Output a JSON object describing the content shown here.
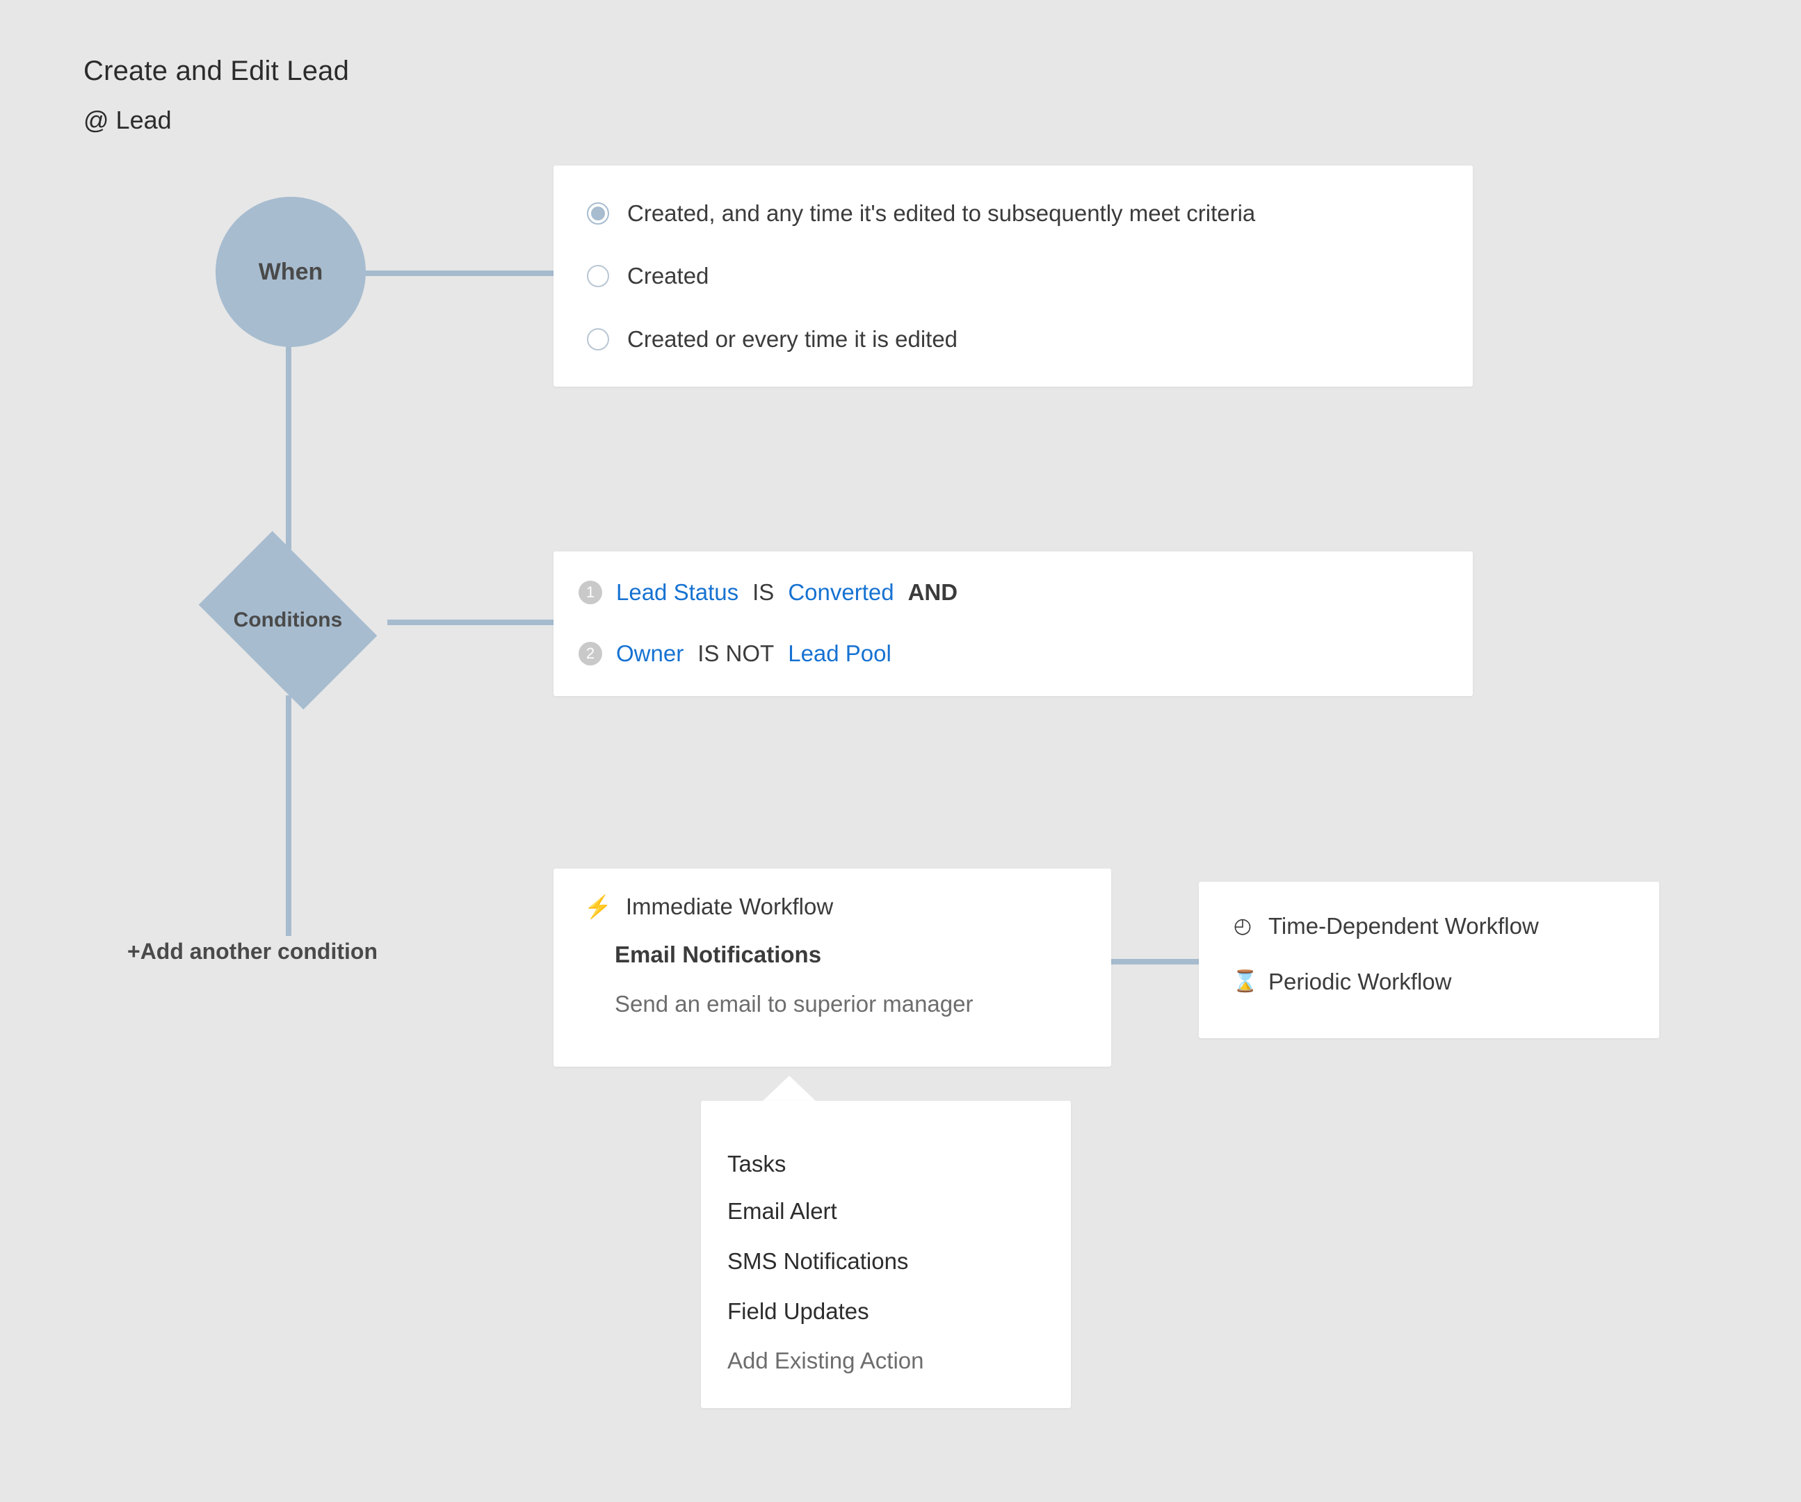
{
  "header": {
    "title": "Create and Edit Lead",
    "subtitle": "@ Lead"
  },
  "nodes": {
    "when_label": "When",
    "conditions_label": "Conditions",
    "add_condition_label": "+Add another condition"
  },
  "when_card": {
    "options": [
      {
        "label": "Created, and any time it's edited to subsequently meet criteria",
        "selected": true
      },
      {
        "label": "Created",
        "selected": false
      },
      {
        "label": "Created or every time it is edited",
        "selected": false
      }
    ]
  },
  "conditions_card": {
    "rows": [
      {
        "number": "1",
        "field": "Lead Status",
        "operator": "IS",
        "value": "Converted",
        "conjunction": "AND"
      },
      {
        "number": "2",
        "field": "Owner",
        "operator": "IS NOT",
        "value": "Lead Pool",
        "conjunction": ""
      }
    ]
  },
  "immediate_card": {
    "icon": "lightning-bolt-icon",
    "icon_glyph": "⚡",
    "heading": "Immediate Workflow",
    "action_title": "Email Notifications",
    "action_description": "Send an email to superior manager"
  },
  "timing_card": {
    "rows": [
      {
        "icon": "clock-icon",
        "icon_glyph": "◴",
        "label": "Time-Dependent Workflow"
      },
      {
        "icon": "hourglass-icon",
        "icon_glyph": "⌛",
        "label": "Periodic Workflow"
      }
    ]
  },
  "action_menu": {
    "items": [
      {
        "label": "Tasks",
        "muted": false
      },
      {
        "label": "Email Alert",
        "muted": false
      },
      {
        "label": "SMS Notifications",
        "muted": false
      },
      {
        "label": "Field Updates",
        "muted": false
      },
      {
        "label": "Add Existing Action",
        "muted": true
      }
    ]
  },
  "colors": {
    "background": "#e7e7e7",
    "node_fill": "#a7bccf",
    "connector": "#a6bbce",
    "link_blue": "#1672d2",
    "badge_gray": "#c9c9c9",
    "card_white": "#ffffff",
    "text_dark": "#3b3b3b",
    "text_muted": "#6d6d6d"
  }
}
